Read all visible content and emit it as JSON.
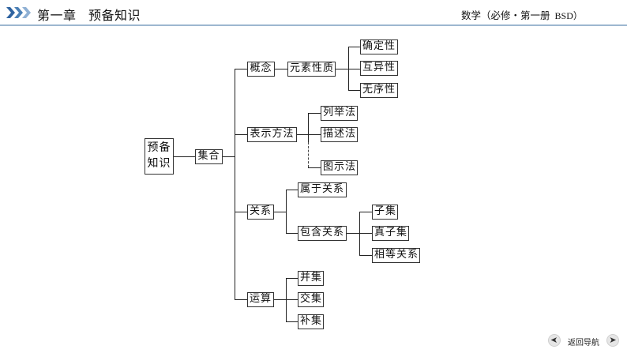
{
  "header": {
    "chevron_icon": "triple-chevron-right-icon",
    "chapter": "第一章",
    "section": "预备知识",
    "course_prefix": "数学（必修・第一册",
    "course_edition": "BSD）",
    "accent_color": "#4a7fb5",
    "rule_color": "#9db7d0"
  },
  "mindmap": {
    "root": "预备知识",
    "root_line1": "预备",
    "root_line2": "知识",
    "level1": "集合",
    "branches": {
      "concept": {
        "label": "概念",
        "child": "元素性质",
        "leaves": [
          "确定性",
          "互异性",
          "无序性"
        ]
      },
      "representation": {
        "label": "表示方法",
        "leaves": [
          "列举法",
          "描述法",
          "图示法"
        ]
      },
      "relation": {
        "label": "关系",
        "children": [
          "属于关系",
          "包含关系"
        ],
        "inclusion_leaves": [
          "子集",
          "真子集",
          "相等关系"
        ]
      },
      "operation": {
        "label": "运算",
        "leaves": [
          "并集",
          "交集",
          "补集"
        ]
      }
    }
  },
  "footer": {
    "prev_icon": "arrow-left-icon",
    "next_icon": "arrow-right-icon",
    "nav_label": "返回导航"
  }
}
